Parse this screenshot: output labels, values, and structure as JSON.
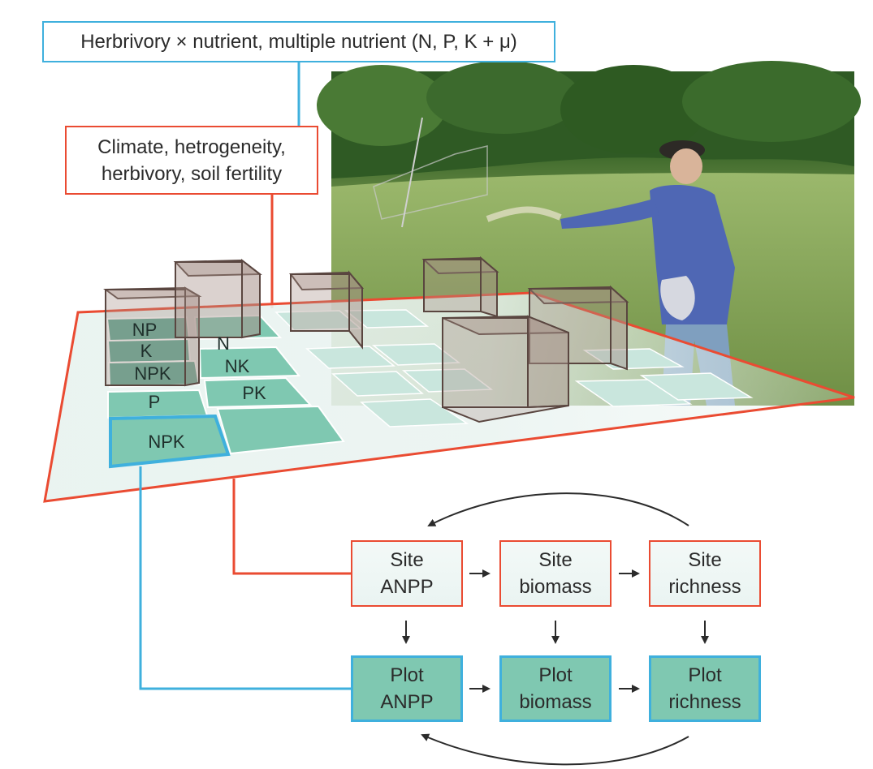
{
  "header_box": {
    "text": "Herbrivory × nutrient, multiple nutrient (N, P, K + μ)"
  },
  "scale_box": {
    "line1": "Climate, hetrogeneity,",
    "line2": "herbivory, soil fertility"
  },
  "plots": {
    "left_column": [
      "NP",
      "K",
      "NPK",
      "P"
    ],
    "right_column": [
      "N",
      "NK",
      "PK"
    ],
    "highlighted": "NPK"
  },
  "flow": {
    "site": [
      {
        "line1": "Site",
        "line2": "ANPP"
      },
      {
        "line1": "Site",
        "line2": "biomass"
      },
      {
        "line1": "Site",
        "line2": "richness"
      }
    ],
    "plot": [
      {
        "line1": "Plot",
        "line2": "ANPP"
      },
      {
        "line1": "Plot",
        "line2": "biomass"
      },
      {
        "line1": "Plot",
        "line2": "richness"
      }
    ]
  },
  "colors": {
    "site_border": "#ea4b32",
    "plot_border": "#3fb0dd",
    "plot_fill": "#7fc8b1",
    "cage_stroke": "#5a4640"
  }
}
